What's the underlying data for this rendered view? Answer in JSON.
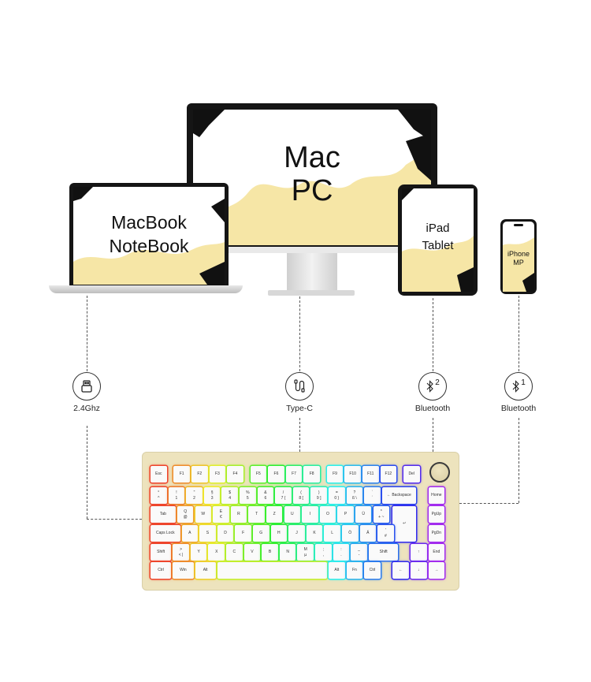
{
  "devices": {
    "laptop": {
      "line1": "MacBook",
      "line2": "NoteBook"
    },
    "monitor": {
      "line1": "Mac",
      "line2": "PC"
    },
    "tablet": {
      "line1": "iPad",
      "line2": "Tablet"
    },
    "phone": {
      "line1": "iPhone",
      "line2": "MP"
    }
  },
  "connections": [
    {
      "icon": "usb-dongle-icon",
      "label": "2.4Ghz"
    },
    {
      "icon": "usb-c-cable-icon",
      "label": "Type-C"
    },
    {
      "icon": "bluetooth-icon",
      "badge": "2",
      "label": "Bluetooth"
    },
    {
      "icon": "bluetooth-icon",
      "badge": "1",
      "label": "Bluetooth"
    }
  ],
  "colors": {
    "screen_wave": "#f6e6a6",
    "keyboard_body": "#ede3bd"
  },
  "keyboard": {
    "rows": [
      [
        {
          "t": "Esc"
        },
        {
          "t": "F1"
        },
        {
          "t": "F2"
        },
        {
          "t": "F3"
        },
        {
          "t": "F4"
        },
        {
          "t": "F5"
        },
        {
          "t": "F6"
        },
        {
          "t": "F7"
        },
        {
          "t": "F8"
        },
        {
          "t": "F9"
        },
        {
          "t": "F10"
        },
        {
          "t": "F11"
        },
        {
          "t": "F12"
        },
        {
          "t": "Del"
        }
      ],
      [
        {
          "t": "°",
          "b": "^"
        },
        {
          "t": "!",
          "b": "1"
        },
        {
          "t": "\"",
          "b": "2"
        },
        {
          "t": "§",
          "b": "3"
        },
        {
          "t": "$",
          "b": "4"
        },
        {
          "t": "%",
          "b": "5"
        },
        {
          "t": "&",
          "b": "6"
        },
        {
          "t": "/",
          "b": "7 {"
        },
        {
          "t": "(",
          "b": "8 ["
        },
        {
          "t": ")",
          "b": "9 ]"
        },
        {
          "t": "=",
          "b": "0 }"
        },
        {
          "t": "?",
          "b": "ß \\"
        },
        {
          "t": "`",
          "b": "´"
        },
        {
          "t": "← Backspace"
        },
        {
          "t": "Home"
        }
      ],
      [
        {
          "t": "Tab"
        },
        {
          "t": "Q",
          "b": "@"
        },
        {
          "t": "W"
        },
        {
          "t": "E",
          "b": "€"
        },
        {
          "t": "R"
        },
        {
          "t": "T"
        },
        {
          "t": "Z"
        },
        {
          "t": "U"
        },
        {
          "t": "I"
        },
        {
          "t": "O"
        },
        {
          "t": "P"
        },
        {
          "t": "Ü"
        },
        {
          "t": "*",
          "b": "+ ~"
        },
        {
          "t": "↵"
        },
        {
          "t": "PgUp"
        }
      ],
      [
        {
          "t": "Caps Lock"
        },
        {
          "t": "A"
        },
        {
          "t": "S"
        },
        {
          "t": "D"
        },
        {
          "t": "F"
        },
        {
          "t": "G"
        },
        {
          "t": "H"
        },
        {
          "t": "J"
        },
        {
          "t": "K"
        },
        {
          "t": "L"
        },
        {
          "t": "Ö"
        },
        {
          "t": "Ä"
        },
        {
          "t": "'",
          "b": "#"
        },
        {
          "t": "PgDn"
        }
      ],
      [
        {
          "t": "Shift"
        },
        {
          "t": ">",
          "b": "< |"
        },
        {
          "t": "Y"
        },
        {
          "t": "X"
        },
        {
          "t": "C"
        },
        {
          "t": "V"
        },
        {
          "t": "B"
        },
        {
          "t": "N"
        },
        {
          "t": "M",
          "b": "µ"
        },
        {
          "t": ";",
          "b": ","
        },
        {
          "t": ":",
          "b": "."
        },
        {
          "t": "_",
          "b": "-"
        },
        {
          "t": "Shift"
        },
        {
          "t": "↑"
        },
        {
          "t": "End"
        }
      ],
      [
        {
          "t": "Ctrl"
        },
        {
          "t": "Win"
        },
        {
          "t": "Alt"
        },
        {
          "t": ""
        },
        {
          "t": "Alt"
        },
        {
          "t": "Fn"
        },
        {
          "t": "Ctrl"
        },
        {
          "t": "←"
        },
        {
          "t": "↓"
        },
        {
          "t": "→"
        }
      ]
    ]
  }
}
